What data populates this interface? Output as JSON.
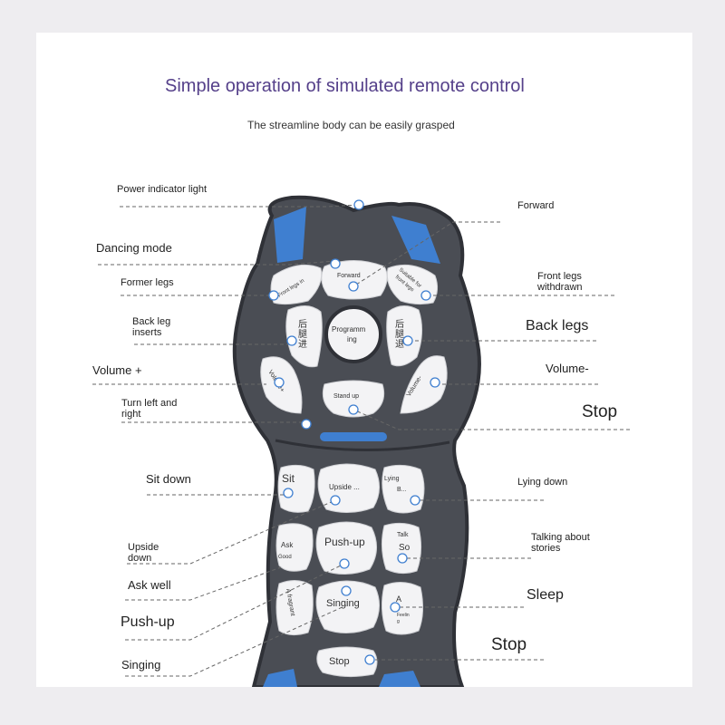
{
  "header": {
    "title": "Simple operation of simulated remote control",
    "subtitle": "The streamline body can be easily grasped"
  },
  "callouts": {
    "power": "Power indicator light",
    "forward": "Forward",
    "dancing": "Dancing mode",
    "former_legs": "Former legs",
    "front_legs_withdrawn": "Front legs withdrawn",
    "back_leg_inserts": "Back leg inserts",
    "back_legs": "Back legs",
    "volume_plus": "Volume +",
    "volume_minus": "Volume-",
    "turn": "Turn left and right",
    "stop_top": "Stop",
    "sit_down": "Sit down",
    "lying_down": "Lying down",
    "upside_down": "Upside down",
    "talking": "Talking about stories",
    "ask_well": "Ask well",
    "sleep": "Sleep",
    "push_up": "Push-up",
    "singing": "Singing",
    "stop_bottom": "Stop"
  },
  "remote_buttons": {
    "forward": "Forward",
    "programming_1": "Programm",
    "programming_2": "ing",
    "front_legs_in": "Front legs in",
    "suitable_1": "Suitable for",
    "suitable_2": "front legs",
    "back_advance_1": "后",
    "back_advance_2": "腿",
    "back_advance_3": "进",
    "back_retreat_1": "后",
    "back_retreat_2": "腿",
    "back_retreat_3": "退",
    "volume_plus": "Volume+",
    "volume_minus": "Volume-",
    "stand_up": "Stand up",
    "sit": "Sit",
    "upside": "Upside ...",
    "lying_1": "Lying",
    "lying_2": "B...",
    "ask": "Ask",
    "good": "Good",
    "push_up": "Push-up",
    "talk": "Talk",
    "so": "So",
    "fragrant": "A fragrant",
    "singing": "Singing",
    "feel_a": "A",
    "feel_b": "i",
    "feel_c": "Feelin",
    "feel_d": "g",
    "stop": "Stop"
  },
  "colors": {
    "title": "#55408a",
    "remote_body": "#4a4d54",
    "remote_edge": "#2f3137",
    "button": "#f3f3f5",
    "accent_blue": "#3f7fd0",
    "callout_line": "#666666"
  }
}
